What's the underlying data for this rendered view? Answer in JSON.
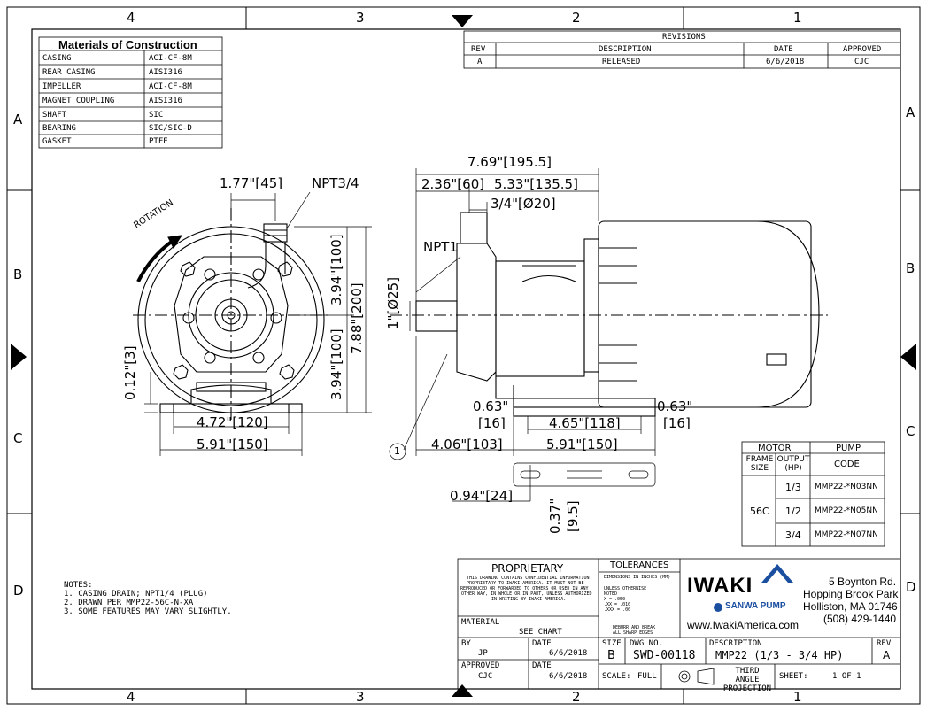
{
  "zones": {
    "top": [
      "4",
      "3",
      "2",
      "1"
    ],
    "bottom": [
      "4",
      "3",
      "2",
      "1"
    ],
    "left": [
      "A",
      "B",
      "C",
      "D"
    ],
    "right": [
      "A",
      "B",
      "C",
      "D"
    ]
  },
  "materials": {
    "title": "Materials of Construction",
    "rows": [
      [
        "CASING",
        "ACI-CF-8M"
      ],
      [
        "REAR CASING",
        "AISI316"
      ],
      [
        "IMPELLER",
        "ACI-CF-8M"
      ],
      [
        "MAGNET COUPLING",
        "AISI316"
      ],
      [
        "SHAFT",
        "SIC"
      ],
      [
        "BEARING",
        "SIC/SIC-D"
      ],
      [
        "GASKET",
        "PTFE"
      ]
    ]
  },
  "revisions": {
    "title": "REVISIONS",
    "headers": [
      "REV",
      "DESCRIPTION",
      "DATE",
      "APPROVED"
    ],
    "rows": [
      [
        "A",
        "RELEASED",
        "6/6/2018",
        "CJC"
      ]
    ]
  },
  "dims": {
    "d_1_77": "1.77\"[45]",
    "npt34": "NPT3/4",
    "rotation": "ROTATION",
    "d_3_94a": "3.94\"[100]",
    "d_3_94b": "3.94\"[100]",
    "d_7_88": "7.88\"[200]",
    "d_0_12": "0.12\"[3]",
    "d_4_72": "4.72\"[120]",
    "d_5_91a": "5.91\"[150]",
    "d_7_69": "7.69\"[195.5]",
    "d_2_36": "2.36\"[60]",
    "d_5_33": "5.33\"[135.5]",
    "d_3_4": "3/4\"[Ø20]",
    "npt1": "NPT1",
    "d_1": "1\"[Ø25]",
    "d_0_63a_top": "0.63\"",
    "d_0_63a_bot": "[16]",
    "d_4_65": "4.65\"[118]",
    "d_0_63b_top": "0.63\"",
    "d_0_63b_bot": "[16]",
    "d_4_06": "4.06\"[103]",
    "d_5_91b": "5.91\"[150]",
    "d_0_94": "0.94\"[24]",
    "d_0_37_top": "0.37\"",
    "d_0_37_bot": "[9.5]",
    "balloon": "1"
  },
  "motor_table": {
    "head_motor": "MOTOR",
    "head_pump": "PUMP",
    "col_frame": "FRAME SIZE",
    "col_output": "OUTPUT (HP)",
    "col_code": "CODE",
    "frame": "56C",
    "rows": [
      [
        "1/3",
        "MMP22-*N03NN"
      ],
      [
        "1/2",
        "MMP22-*N05NN"
      ],
      [
        "3/4",
        "MMP22-*N07NN"
      ]
    ]
  },
  "notes": [
    "NOTES:",
    "1. CASING DRAIN; NPT1/4 (PLUG)",
    "2. DRAWN PER MMP22-56C-N-XA",
    "3. SOME FEATURES MAY VARY SLIGHTLY."
  ],
  "title_block": {
    "proprietary": "PROPRIETARY",
    "proprietary_text": [
      "THIS DRAWING CONTAINS CONFIDENTIAL INFORMATION",
      "PROPRIETARY TO IWAKI AMERICA. IT MUST NOT BE",
      "REPRODUCED OR FORWARDED TO OTHERS OR USED IN ANY",
      "OTHER WAY, IN WHOLE OR IN PART, UNLESS AUTHORIZED",
      "IN WRITING BY IWAKI AMERICA."
    ],
    "tolerances": "TOLERANCES",
    "tol_lines": [
      "DIMENSIONS IN INCHES (MM)",
      "",
      "UNLESS OTHERWISE",
      "NOTED",
      "X = .050",
      ".XX = .010",
      ".XXX = .00",
      "",
      "DEBURR AND BREAK",
      "ALL SHARP EDGES"
    ],
    "material_label": "MATERIAL",
    "material_value": "SEE CHART",
    "by_label": "BY",
    "by_value": "JP",
    "date_label": "DATE",
    "date_value": "6/6/2018",
    "approved_label": "APPROVED",
    "approved_value": "CJC",
    "date2_label": "DATE",
    "date2_value": "6/6/2018",
    "size_label": "SIZE",
    "size_value": "B",
    "dwg_label": "DWG NO.",
    "dwg_value": "SWD-00118",
    "desc_label": "DESCRIPTION",
    "desc_value": "MMP22 (1/3 - 3/4 HP)",
    "rev_label": "REV",
    "rev_value": "A",
    "scale_label": "SCALE:",
    "scale_value": "FULL",
    "projection": "THIRD ANGLE PROJECTION",
    "sheet_label": "SHEET:",
    "sheet_value": "1 OF 1",
    "logo": "IWAKI",
    "sanwa": "SANWA PUMP",
    "url": "www.IwakiAmerica.com",
    "address": [
      "5 Boynton Rd.",
      "Hopping Brook Park",
      "Holliston, MA 01746",
      "(508) 429-1440"
    ],
    "brand_color": "#1a4fa0"
  }
}
